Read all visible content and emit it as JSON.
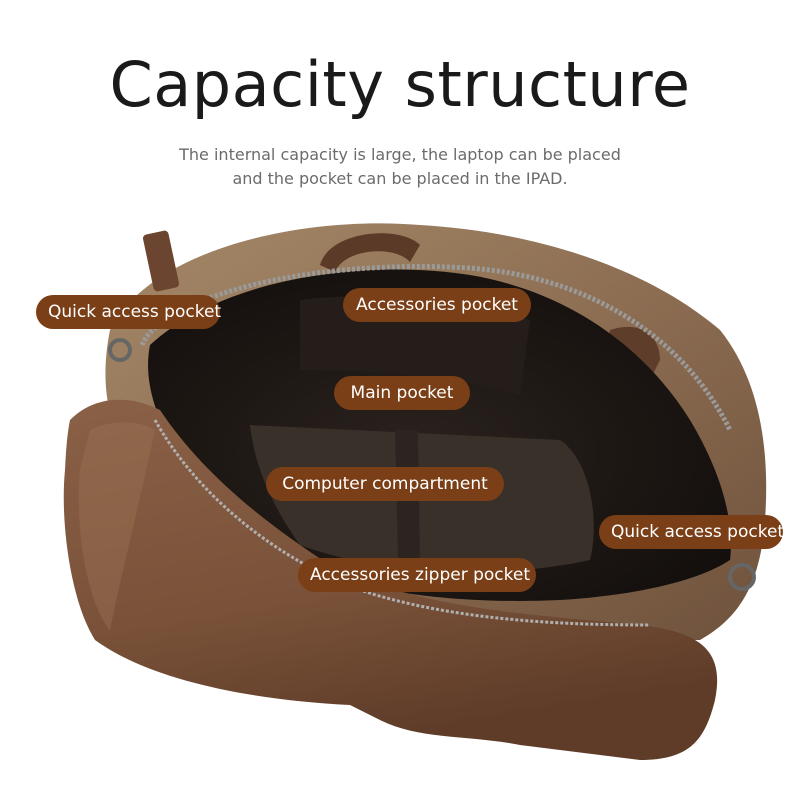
{
  "header": {
    "title": "Capacity structure",
    "subtitle_line1": "The internal capacity is large, the laptop can be placed",
    "subtitle_line2": "and the pocket can be placed in the IPAD."
  },
  "labels": {
    "quick_access_left": "Quick access pocket",
    "accessories": "Accessories pocket",
    "main": "Main pocket",
    "computer": "Computer compartment",
    "quick_access_right": "Quick access pocket",
    "accessories_zipper": "Accessories zipper pocket"
  },
  "colors": {
    "label_bg": "#7a3f17",
    "leather_dark": "#6e4a35",
    "leather_light": "#9a7a5e",
    "interior": "#1b1613"
  }
}
